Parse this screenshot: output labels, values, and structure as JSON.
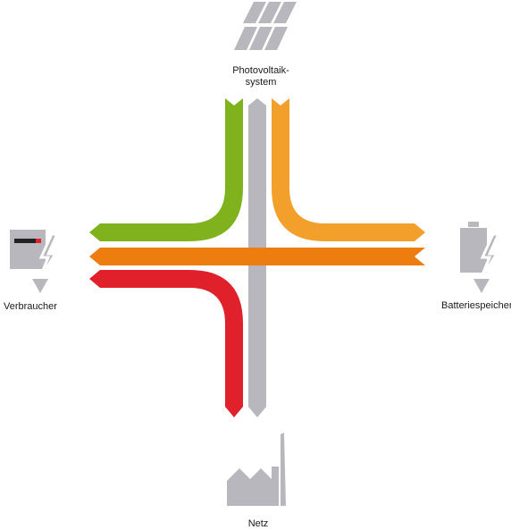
{
  "nodes": {
    "pv": {
      "label_line1": "Photovoltaik-",
      "label_line2": "system",
      "icon": "solar-panel-icon"
    },
    "consumer": {
      "label": "Verbraucher",
      "icon": "consumer-meter-icon"
    },
    "battery": {
      "label": "Batteriespeicher",
      "icon": "battery-icon"
    },
    "grid": {
      "label": "Netz",
      "icon": "factory-icon"
    }
  },
  "colors": {
    "pv_to_consumer": "#80b21d",
    "pv_to_battery": "#f2a02b",
    "battery_to_consumer": "#ee7d10",
    "grid_to_consumer": "#e0202a",
    "pv_grid_line": "#b7b7bd",
    "icons": "#b7b7bd",
    "meter_bar": "#222222",
    "meter_accent": "#e0202a"
  }
}
